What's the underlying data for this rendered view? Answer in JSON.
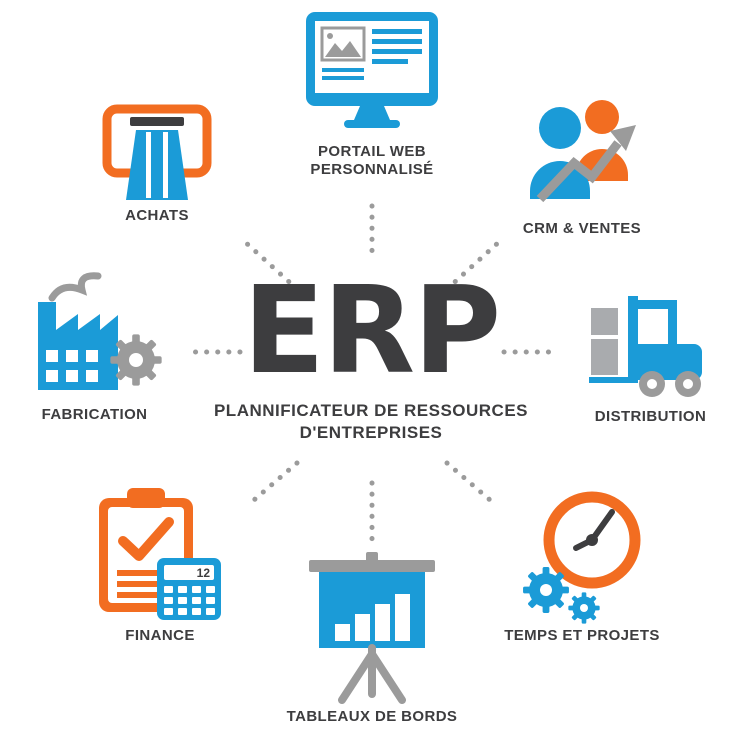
{
  "center": {
    "title": "ERP",
    "subtitle_line1": "PLANNIFICATEUR DE RESSOURCES",
    "subtitle_line2": "D'ENTREPRISES"
  },
  "modules": {
    "portail": {
      "label_line1": "PORTAIL WEB",
      "label_line2": "PERSONNALISÉ"
    },
    "achats": {
      "label": "ACHATS"
    },
    "crm": {
      "label": "CRM & VENTES"
    },
    "fabrication": {
      "label": "FABRICATION"
    },
    "distribution": {
      "label": "DISTRIBUTION"
    },
    "finance": {
      "label": "FINANCE",
      "calc_display": "12"
    },
    "temps": {
      "label": "TEMPS ET PROJETS"
    },
    "tableaux": {
      "label": "TABLEAUX DE BORDS"
    }
  },
  "colors": {
    "blue": "#1b9bd7",
    "orange": "#f26d21",
    "gray": "#9b9b9b",
    "lgray": "#a9abae",
    "dark": "#3d3d3f"
  }
}
